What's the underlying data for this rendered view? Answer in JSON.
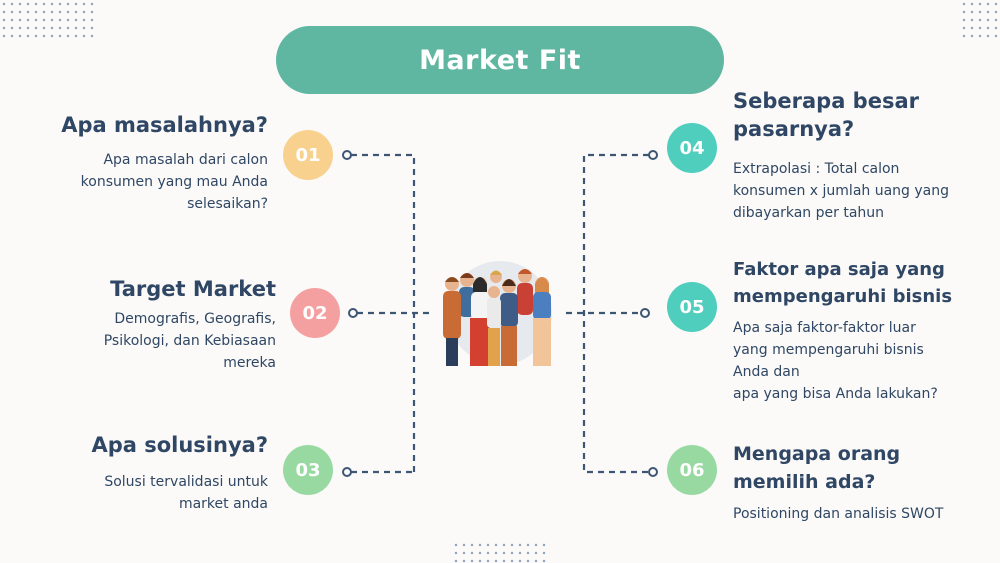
{
  "title": "Market Fit",
  "items": [
    {
      "num": "01",
      "heading": "Apa masalahnya?",
      "desc": [
        "Apa masalah dari calon",
        "konsumen yang mau Anda",
        "selesaikan?"
      ],
      "color": "#f9d18f"
    },
    {
      "num": "02",
      "heading": "Target Market",
      "desc": [
        "Demografis, Geografis,",
        "Psikologi, dan Kebiasaan",
        "mereka"
      ],
      "color": "#f5a0a0"
    },
    {
      "num": "03",
      "heading": "Apa solusinya?",
      "desc": [
        "Solusi tervalidasi untuk",
        "market anda"
      ],
      "color": "#98d9a2"
    },
    {
      "num": "04",
      "heading": [
        "Seberapa besar",
        "pasarnya?"
      ],
      "desc": [
        "Extrapolasi : Total calon",
        "konsumen x jumlah uang yang",
        "dibayarkan per tahun"
      ],
      "color": "#4fcdbd"
    },
    {
      "num": "05",
      "heading": [
        "Faktor apa saja yang",
        "mempengaruhi bisnis"
      ],
      "desc": [
        "Apa saja faktor-faktor luar",
        "yang mempengaruhi bisnis",
        "Anda dan",
        "apa yang bisa Anda lakukan?"
      ],
      "color": "#4fcdbd"
    },
    {
      "num": "06",
      "heading": [
        "Mengapa orang",
        "memilih ada?"
      ],
      "desc": [
        "Positioning dan analisis SWOT"
      ],
      "color": "#98d9a2"
    }
  ],
  "colors": {
    "title_bg": "#5fb7a1",
    "text": "#2f4764",
    "line": "#3c5674"
  },
  "icons": {
    "center": "group-of-people-illustration"
  }
}
